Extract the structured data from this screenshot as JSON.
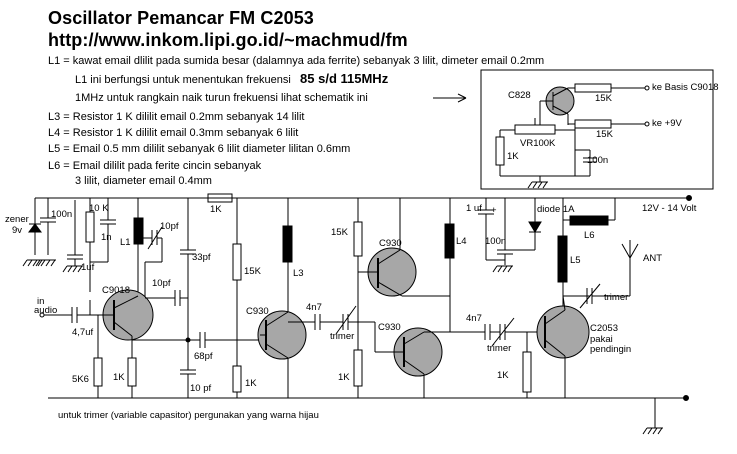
{
  "header": {
    "title": "Oscillator Pemancar FM C2053",
    "url": "http://www.inkom.lipi.go.id/~machmud/fm"
  },
  "notes": {
    "l1": "L1 = kawat email dlilit pada sumida besar (dalamnya ada ferrite) sebanyak 3 lilit, dimeter email 0.2mm",
    "l1_purpose": "L1 ini berfungsi untuk menentukan frekuensi",
    "freq_range": "85 s/d 115MHz",
    "mhz_note": "1MHz untuk rangkain naik turun frekuensi lihat schematik ini",
    "l3": "L3 = Resistor 1 K dililit email 0.2mm sebanyak 14 lilit",
    "l4": "L4 = Resistor 1 K dililit email 0.3mm sebanyak 6 lilit",
    "l5": "L5 = Email 0.5 mm dililit sebanyak 6 lilit diameter lilitan 0.6mm",
    "l6_a": "L6 = Email dililit pada ferite cincin sebanyak",
    "l6_b": "3 lilit, diameter email 0.4mm",
    "footer": "untuk trimer (variable capasitor) pergunakan yang warna hijau"
  },
  "inset": {
    "c828": "C828",
    "r15k_a": "15K",
    "basis": "ke Basis C9018",
    "r15k_b": "15K",
    "plus9v": "ke +9V",
    "vr": "VR100K",
    "r1k": "1K",
    "c100n": "100n"
  },
  "labels": {
    "zener": "zener",
    "v9": "9v",
    "c100n_a": "100n",
    "r10k": "10 K",
    "c1n": "1n",
    "l1": "L1",
    "c10pf_a": "10pf",
    "c1uf_a": "1uf",
    "in": "in",
    "audio": "audio",
    "c47uf": "4,7uf",
    "c9018": "C9018",
    "c10pf_b": "10pf",
    "r5k6": "5K6",
    "r1k_a": "1K",
    "r1k_top": "1K",
    "c33pf": "33pf",
    "r15k_m": "15K",
    "c68pf": "68pf",
    "c10pf_c": "10 pf",
    "r1k_b": "1K",
    "l3": "L3",
    "c930_a": "C930",
    "c4n7_a": "4n7",
    "trimer_a": "trimer",
    "r15k_r": "15K",
    "c930_b": "C930",
    "c930_c": "C930",
    "r1k_c": "1K",
    "l4": "L4",
    "c1uf_b": "1 uf",
    "plus": "+",
    "c100n_b": "100n",
    "diode": "diode 1A",
    "supply": "12V - 14 Volt",
    "l6": "L6",
    "l5": "L5",
    "ant": "ANT",
    "trimer_b": "trimer",
    "c4n7_b": "4n7",
    "trimer_c": "trimer",
    "c2053": "C2053",
    "pakai": "pakai",
    "pendingin": "pendingin",
    "r1k_d": "1K"
  },
  "colors": {
    "transistor_fill": "#a7a7a7",
    "ink": "#000000",
    "background": "#ffffff"
  }
}
